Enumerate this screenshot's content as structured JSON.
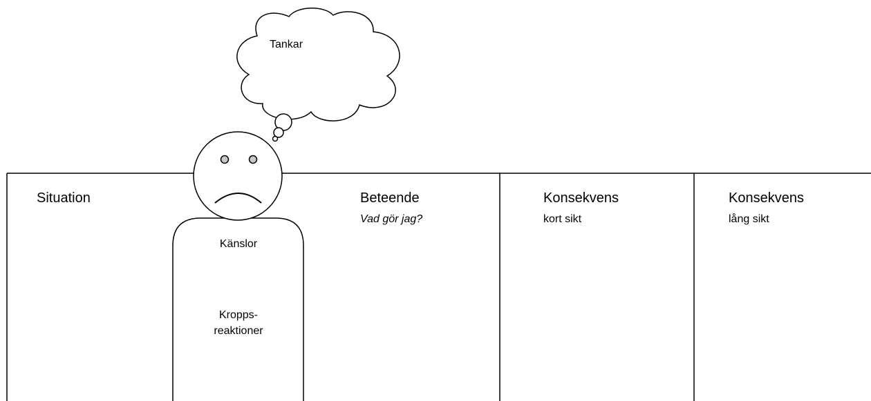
{
  "thought": {
    "label": "Tankar"
  },
  "columns": [
    {
      "title": "Situation",
      "subtitle": ""
    },
    {
      "title": "Beteende",
      "subtitle": "Vad gör jag?"
    },
    {
      "title": "Konsekvens",
      "subtitle": "kort sikt"
    },
    {
      "title": "Konsekvens",
      "subtitle": "lång sikt"
    }
  ],
  "body": {
    "emotions": "Känslor",
    "reactions_line1": "Kropps-",
    "reactions_line2": "reaktioner"
  },
  "colors": {
    "stroke": "#000000",
    "background": "#ffffff"
  }
}
